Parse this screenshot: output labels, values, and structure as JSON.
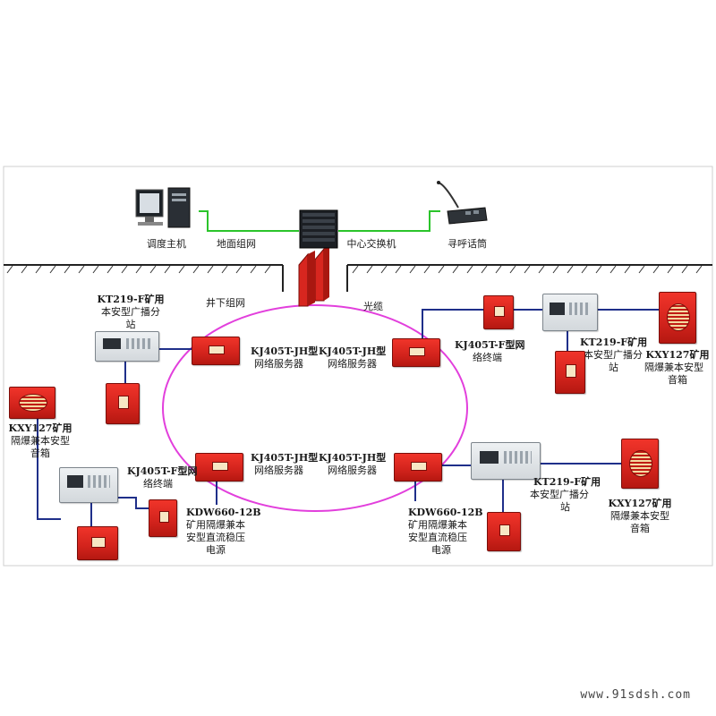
{
  "surface": {
    "dispatch_pc": "调度主机",
    "ground_network": "地面组网",
    "core_switch": "中心交换机",
    "paging_mic": "寻呼话筒"
  },
  "underground": {
    "network_label": "井下组网",
    "fiber_label": "光缆"
  },
  "servers": {
    "top_left": [
      "KJ405T-JH型",
      "网络服务器"
    ],
    "top_right": [
      "KJ405T-JH型",
      "网络服务器"
    ],
    "bot_left": [
      "KJ405T-JH型",
      "网络服务器"
    ],
    "bot_right": [
      "KJ405T-JH型",
      "网络服务器"
    ]
  },
  "stations": {
    "kt219_top_left": [
      "KT219-F矿用",
      "本安型广播分",
      "站"
    ],
    "kt219_top_right": [
      "KT219-F矿用",
      "本安型广播分",
      "站"
    ],
    "kt219_bot_right": [
      "KT219-F矿用",
      "本安型广播分",
      "站"
    ]
  },
  "terminals": {
    "top_right": [
      "KJ405T-F型网",
      "络终端"
    ],
    "bot_left": [
      "KJ405T-F型网",
      "络终端"
    ]
  },
  "speakers": {
    "left": [
      "KXY127矿用",
      "隔爆兼本安型",
      "音箱"
    ],
    "top_right": [
      "KXY127矿用",
      "隔爆兼本安型",
      "音箱"
    ],
    "bot_right": [
      "KXY127矿用",
      "隔爆兼本安型",
      "音箱"
    ]
  },
  "power": {
    "left": [
      "KDW660-12B",
      "矿用隔爆兼本",
      "安型直流稳压",
      "电源"
    ],
    "right": [
      "KDW660-12B",
      "矿用隔爆兼本",
      "安型直流稳压",
      "电源"
    ]
  },
  "watermark": "www.91sdsh.com",
  "colors": {
    "ground_link": "#2bc42b",
    "fiber_ring": "#e23fdc",
    "cable": "#1f2f8a",
    "device_red": "#d8261f"
  }
}
